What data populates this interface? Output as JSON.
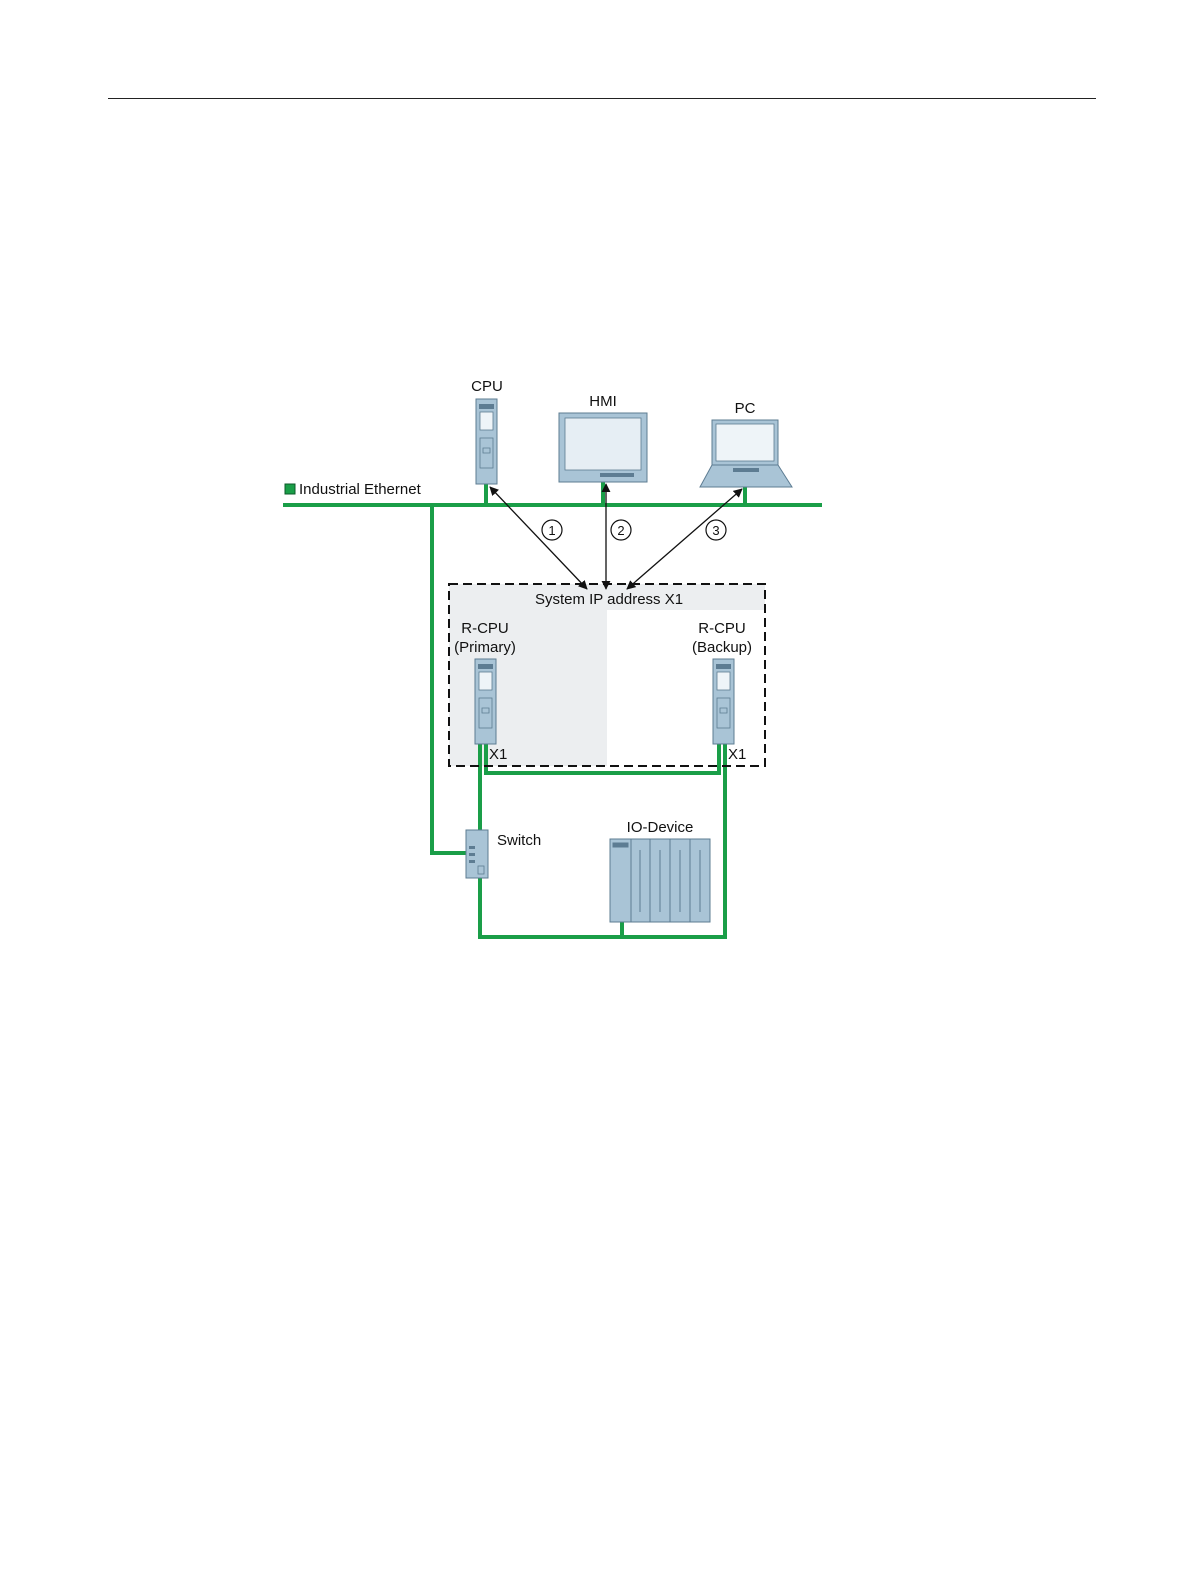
{
  "diagram": {
    "network_label": "Industrial Ethernet",
    "devices": {
      "cpu": "CPU",
      "hmi": "HMI",
      "pc": "PC",
      "switch": "Switch",
      "io_device": "IO-Device"
    },
    "system_box": {
      "title": "System IP address X1",
      "primary_line1": "R-CPU",
      "primary_line2": "(Primary)",
      "backup_line1": "R-CPU",
      "backup_line2": "(Backup)",
      "port_primary": "X1",
      "port_backup": "X1"
    },
    "connections": [
      "1",
      "2",
      "3"
    ],
    "colors": {
      "ethernet_green": "#1a9e48",
      "device_blue": "#a9c4d6",
      "box_fill": "#eceef0"
    }
  }
}
